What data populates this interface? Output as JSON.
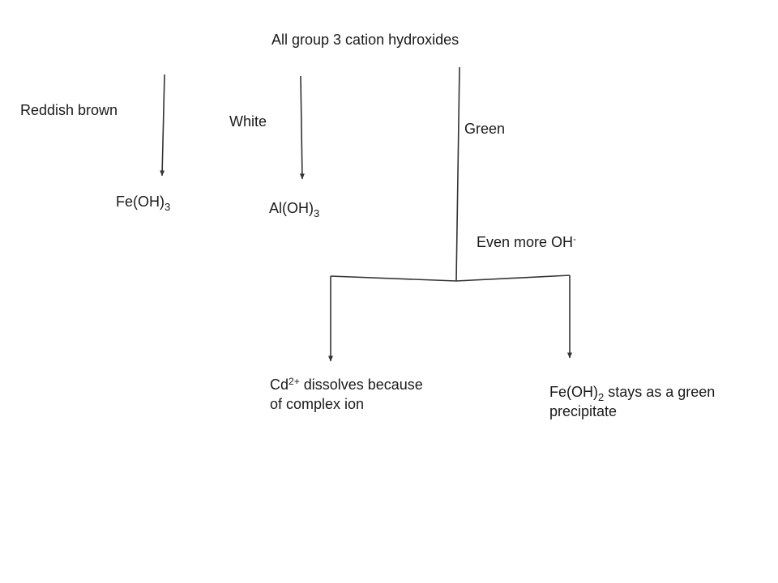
{
  "colors": {
    "background": "#ffffff",
    "text": "#1a1a1a",
    "line": "#333333"
  },
  "title": "All group 3 cation hydroxides",
  "branches": {
    "iron3": {
      "condition": "Reddish brown",
      "product_base": "Fe(OH)",
      "product_sub": "3"
    },
    "aluminum": {
      "condition": "White",
      "product_base": "Al(OH)",
      "product_sub": "3"
    },
    "green": {
      "condition": "Green",
      "further_base": "Even more OH",
      "further_sup": "-",
      "outcomes": {
        "cadmium": {
          "pre": "Cd",
          "sup": "2+",
          "line1_rest": " dissolves because",
          "line2": "of complex ion"
        },
        "iron2": {
          "base": "Fe(OH)",
          "sub": "2",
          "line1_rest": " stays as a green",
          "line2": "precipitate"
        }
      }
    }
  }
}
